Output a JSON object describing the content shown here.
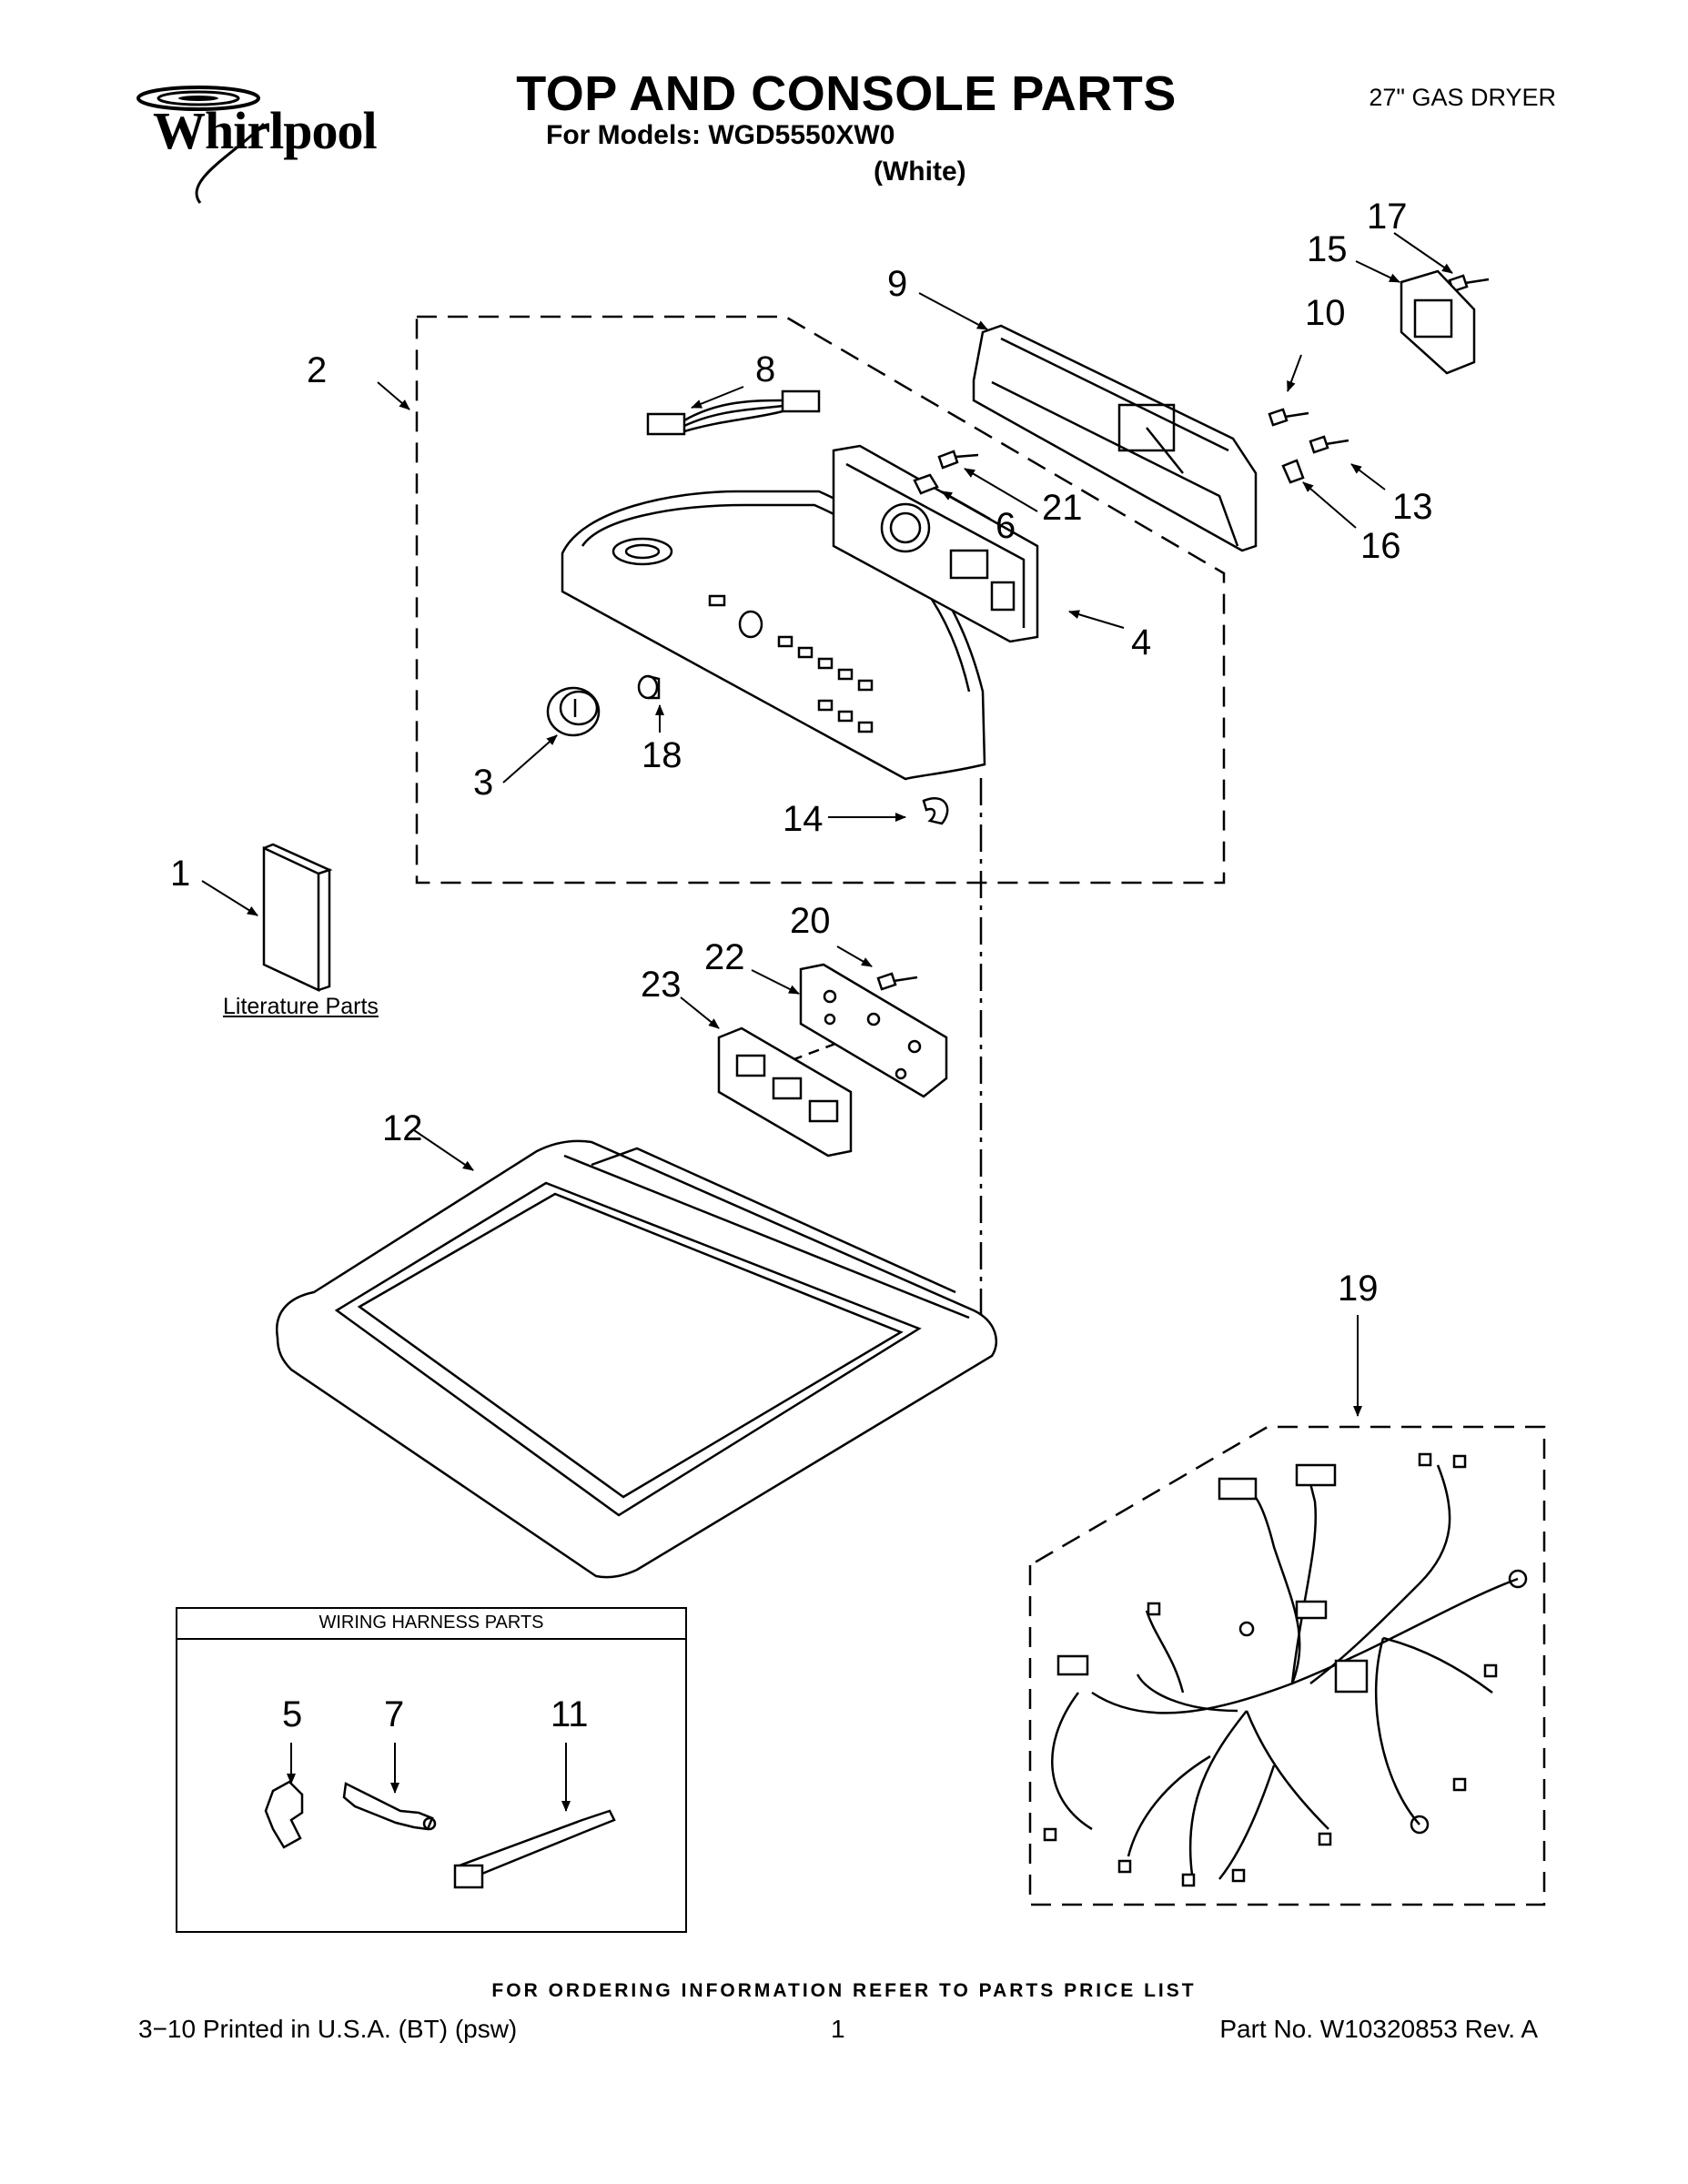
{
  "header": {
    "brand": "Whirlpool",
    "title": "TOP AND CONSOLE PARTS",
    "models": "For Models: WGD5550XW0",
    "color": "(White)",
    "product": "27\" GAS DRYER"
  },
  "callouts": {
    "n1": "1",
    "n2": "2",
    "n3": "3",
    "n4": "4",
    "n5": "5",
    "n6": "6",
    "n7": "7",
    "n8": "8",
    "n9": "9",
    "n10": "10",
    "n11": "11",
    "n12": "12",
    "n13": "13",
    "n14": "14",
    "n15": "15",
    "n16": "16",
    "n17": "17",
    "n18": "18",
    "n19": "19",
    "n20": "20",
    "n21": "21",
    "n22": "22",
    "n23": "23"
  },
  "labels": {
    "literature": "Literature Parts",
    "wiring_box": "WIRING HARNESS PARTS"
  },
  "footer": {
    "order_note": "FOR ORDERING INFORMATION REFER TO PARTS PRICE LIST",
    "printed": "3−10 Printed in U.S.A. (BT) (psw)",
    "page": "1",
    "part_number": "Part No. W10320853 Rev. A"
  }
}
